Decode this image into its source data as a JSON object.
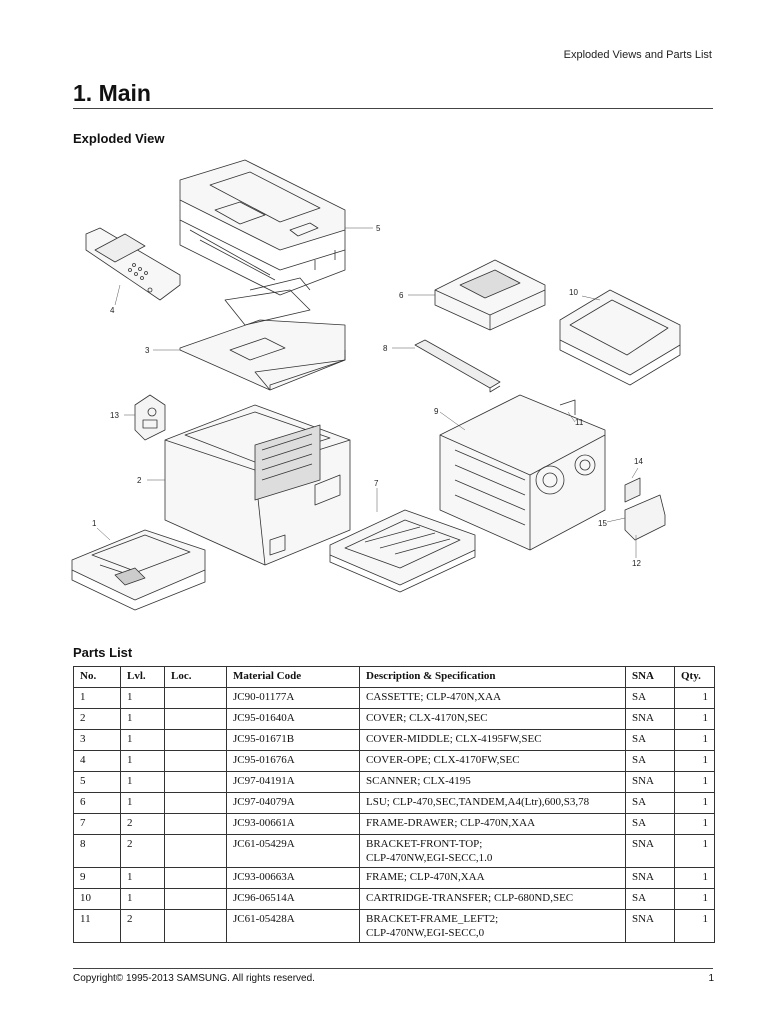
{
  "header": {
    "section_title": "Exploded Views and Parts List"
  },
  "page": {
    "title": "1. Main"
  },
  "exploded_view": {
    "heading": "Exploded View",
    "callouts": [
      "1",
      "2",
      "3",
      "4",
      "5",
      "6",
      "7",
      "8",
      "9",
      "10",
      "11",
      "12",
      "13",
      "14",
      "15"
    ]
  },
  "parts_list": {
    "heading": "Parts List",
    "columns": [
      "No.",
      "Lvl.",
      "Loc.",
      "Material Code",
      "Description & Specification",
      "SNA",
      "Qty."
    ],
    "rows": [
      {
        "no": "1",
        "lvl": "1",
        "loc": "",
        "code": "JC90-01177A",
        "desc1": "CASSETTE; CLP-470N,XAA",
        "desc2": "",
        "sna": "SA",
        "qty": "1"
      },
      {
        "no": "2",
        "lvl": "1",
        "loc": "",
        "code": "JC95-01640A",
        "desc1": "COVER; CLX-4170N,SEC",
        "desc2": "",
        "sna": "SNA",
        "qty": "1"
      },
      {
        "no": "3",
        "lvl": "1",
        "loc": "",
        "code": "JC95-01671B",
        "desc1": "COVER-MIDDLE; CLX-4195FW,SEC",
        "desc2": "",
        "sna": "SA",
        "qty": "1"
      },
      {
        "no": "4",
        "lvl": "1",
        "loc": "",
        "code": "JC95-01676A",
        "desc1": "COVER-OPE; CLX-4170FW,SEC",
        "desc2": "",
        "sna": "SA",
        "qty": "1"
      },
      {
        "no": "5",
        "lvl": "1",
        "loc": "",
        "code": "JC97-04191A",
        "desc1": "SCANNER; CLX-4195",
        "desc2": "",
        "sna": "SNA",
        "qty": "1"
      },
      {
        "no": "6",
        "lvl": "1",
        "loc": "",
        "code": "JC97-04079A",
        "desc1": "LSU; CLP-470,SEC,TANDEM,A4(Ltr),600,S3,78",
        "desc2": "",
        "sna": "SA",
        "qty": "1"
      },
      {
        "no": "7",
        "lvl": "2",
        "loc": "",
        "code": "JC93-00661A",
        "desc1": "FRAME-DRAWER; CLP-470N,XAA",
        "desc2": "",
        "sna": "SA",
        "qty": "1"
      },
      {
        "no": "8",
        "lvl": "2",
        "loc": "",
        "code": "JC61-05429A",
        "desc1": "BRACKET-FRONT-TOP;",
        "desc2": "CLP-470NW,EGI-SECC,1.0",
        "sna": "SNA",
        "qty": "1"
      },
      {
        "no": "9",
        "lvl": "1",
        "loc": "",
        "code": "JC93-00663A",
        "desc1": "FRAME; CLP-470N,XAA",
        "desc2": "",
        "sna": "SNA",
        "qty": "1"
      },
      {
        "no": "10",
        "lvl": "1",
        "loc": "",
        "code": "JC96-06514A",
        "desc1": "CARTRIDGE-TRANSFER; CLP-680ND,SEC",
        "desc2": "",
        "sna": "SA",
        "qty": "1"
      },
      {
        "no": "11",
        "lvl": "2",
        "loc": "",
        "code": "JC61-05428A",
        "desc1": "BRACKET-FRAME_LEFT2;",
        "desc2": "CLP-470NW,EGI-SECC,0",
        "sna": "SNA",
        "qty": "1"
      }
    ]
  },
  "footer": {
    "copyright": "Copyright© 1995-2013 SAMSUNG. All rights reserved.",
    "page_number": "1"
  }
}
